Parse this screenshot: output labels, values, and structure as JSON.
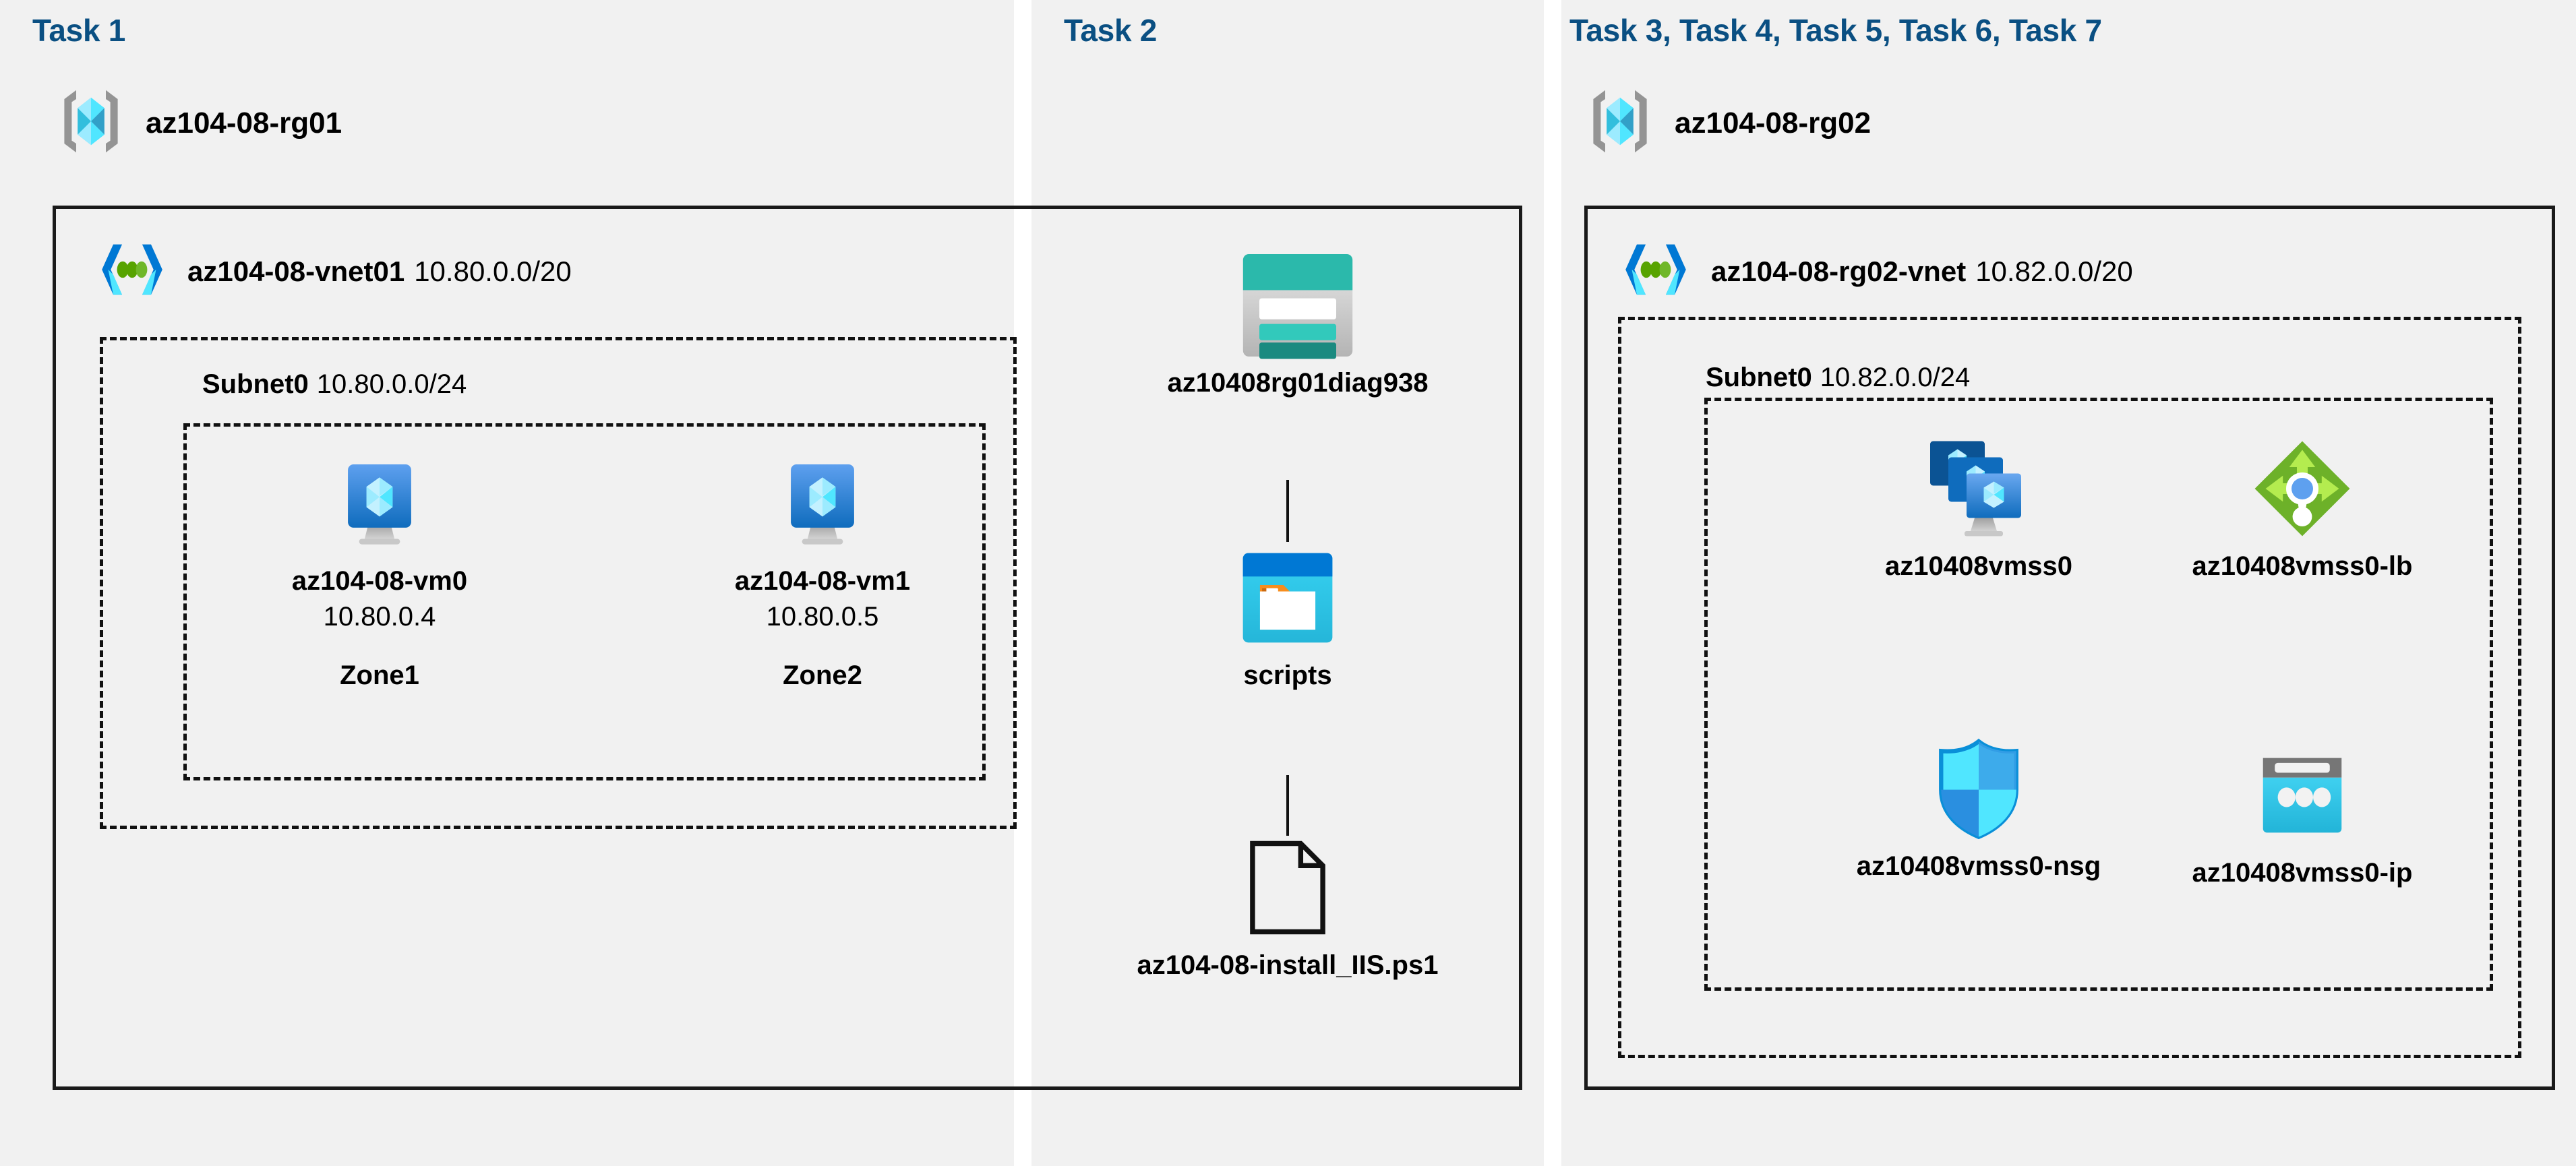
{
  "colors": {
    "task_label": "#0a4f82",
    "panel_bg": "#f1f1f1",
    "border": "#1a1a1a",
    "azure_blue": "#0078d4",
    "cyan": "#32bedd",
    "teal": "#2bb9ab",
    "green": "#76bc2d",
    "gray": "#767676"
  },
  "panels": [
    {
      "label": "Task 1"
    },
    {
      "label": "Task 2"
    },
    {
      "label": "Task 3, Task 4, Task 5, Task 6, Task 7"
    }
  ],
  "task1": {
    "resource_group": {
      "name": "az104-08-rg01",
      "icon": "resource-group-icon"
    },
    "vnet": {
      "name": "az104-08-vnet01",
      "cidr": "10.80.0.0/20",
      "icon": "virtual-network-icon"
    },
    "subnet": {
      "name": "Subnet0",
      "cidr": "10.80.0.0/24"
    },
    "vms": [
      {
        "name": "az104-08-vm0",
        "ip": "10.80.0.4",
        "zone": "Zone1",
        "icon": "virtual-machine-icon"
      },
      {
        "name": "az104-08-vm1",
        "ip": "10.80.0.5",
        "zone": "Zone2",
        "icon": "virtual-machine-icon"
      }
    ]
  },
  "task2": {
    "items": [
      {
        "name": "az10408rg01diag938",
        "icon": "storage-account-icon"
      },
      {
        "name": "scripts",
        "icon": "blob-container-icon"
      },
      {
        "name": "az104-08-install_IIS.ps1",
        "icon": "file-document-icon"
      }
    ]
  },
  "task3": {
    "resource_group": {
      "name": "az104-08-rg02",
      "icon": "resource-group-icon"
    },
    "vnet": {
      "name": "az104-08-rg02-vnet",
      "cidr": "10.82.0.0/20",
      "icon": "virtual-network-icon"
    },
    "subnet": {
      "name": "Subnet0",
      "cidr": "10.82.0.0/24"
    },
    "resources": [
      {
        "name": "az10408vmss0",
        "icon": "vm-scale-set-icon"
      },
      {
        "name": "az10408vmss0-lb",
        "icon": "load-balancer-icon"
      },
      {
        "name": "az10408vmss0-nsg",
        "icon": "network-security-group-icon"
      },
      {
        "name": "az10408vmss0-ip",
        "icon": "public-ip-address-icon"
      }
    ]
  }
}
